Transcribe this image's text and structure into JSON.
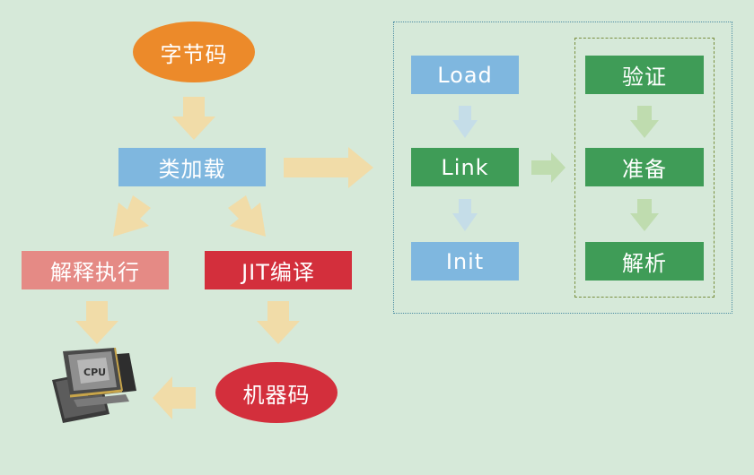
{
  "colors": {
    "background": "#d6e9d9",
    "orange": "#ec8a2a",
    "blue": "#7fb7df",
    "pink": "#e58a85",
    "red": "#d32f3c",
    "green": "#3f9c57",
    "arrow": "#f1dca8",
    "arrow_light_blue": "#c5dde8",
    "arrow_green": "#bfdcaf"
  },
  "diagram": {
    "bytecode": "字节码",
    "class_loading": "类加载",
    "interpret": "解释执行",
    "jit": "JIT编译",
    "machine_code": "机器码",
    "cpu_label": "CPU"
  },
  "loading_stages": {
    "load": "Load",
    "link": "Link",
    "init": "Init"
  },
  "link_stages": {
    "verify": "验证",
    "prepare": "准备",
    "resolve": "解析"
  },
  "icons": [
    "cpu-chip-icon"
  ]
}
